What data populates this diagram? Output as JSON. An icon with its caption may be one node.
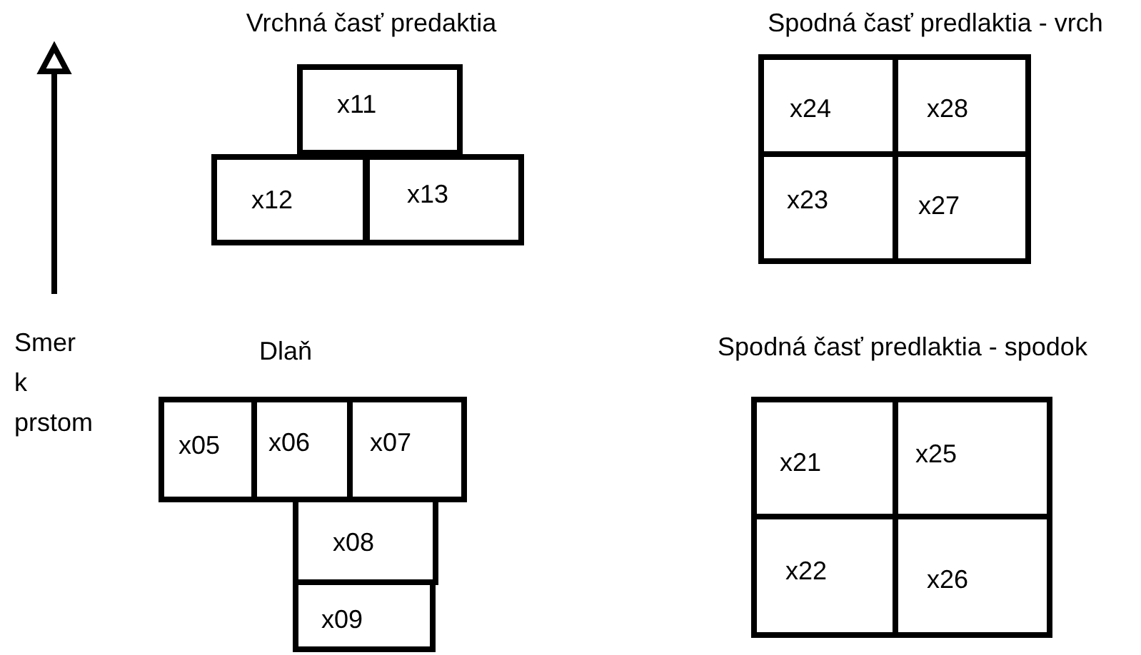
{
  "diagram": {
    "nodes": [
      {
        "text": [
          "x11"
        ]
      },
      {
        "text": [
          "x12"
        ]
      },
      {
        "text": [
          "x13"
        ]
      },
      {
        "text": [
          "x24"
        ]
      },
      {
        "text": [
          "x28"
        ]
      },
      {
        "text": [
          "x23"
        ]
      },
      {
        "text": [
          "x27"
        ]
      },
      {
        "text": [
          "x05"
        ]
      },
      {
        "text": [
          "x06"
        ]
      },
      {
        "text": [
          "x07"
        ]
      },
      {
        "text": [
          "x08"
        ]
      },
      {
        "text": [
          "x09"
        ]
      },
      {
        "text": [
          "x21"
        ]
      },
      {
        "text": [
          "x25"
        ]
      },
      {
        "text": [
          "x22"
        ]
      },
      {
        "text": [
          "x26"
        ]
      }
    ],
    "edges": [],
    "labels": [
      "Vrchná časť predaktia",
      "Spodná časť predlaktia - vrch",
      "Smer k prstom",
      "Dlaň",
      "Spodná časť predlaktia - spodok"
    ]
  }
}
